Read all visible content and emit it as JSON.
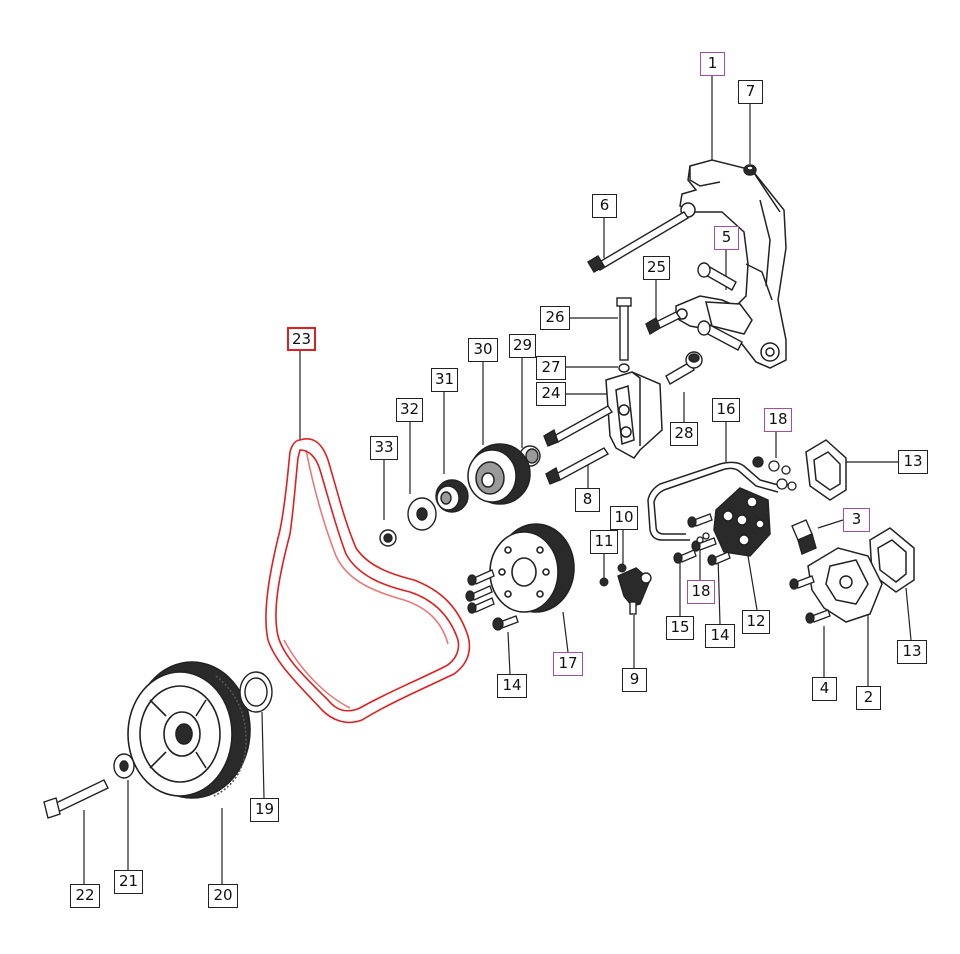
{
  "diagram": {
    "callouts": [
      {
        "id": "c1",
        "label": "1",
        "style": "purple"
      },
      {
        "id": "c7",
        "label": "7",
        "style": "black"
      },
      {
        "id": "c6",
        "label": "6",
        "style": "black"
      },
      {
        "id": "c5",
        "label": "5",
        "style": "purple"
      },
      {
        "id": "c25",
        "label": "25",
        "style": "black"
      },
      {
        "id": "c26",
        "label": "26",
        "style": "black"
      },
      {
        "id": "c23",
        "label": "23",
        "style": "red"
      },
      {
        "id": "c30",
        "label": "30",
        "style": "black"
      },
      {
        "id": "c29",
        "label": "29",
        "style": "black"
      },
      {
        "id": "c27",
        "label": "27",
        "style": "black"
      },
      {
        "id": "c31",
        "label": "31",
        "style": "black"
      },
      {
        "id": "c24",
        "label": "24",
        "style": "black"
      },
      {
        "id": "c32",
        "label": "32",
        "style": "black"
      },
      {
        "id": "c16",
        "label": "16",
        "style": "black"
      },
      {
        "id": "c18a",
        "label": "18",
        "style": "purple"
      },
      {
        "id": "c28",
        "label": "28",
        "style": "black"
      },
      {
        "id": "c33",
        "label": "33",
        "style": "black"
      },
      {
        "id": "c13a",
        "label": "13",
        "style": "black"
      },
      {
        "id": "c8",
        "label": "8",
        "style": "black"
      },
      {
        "id": "c3",
        "label": "3",
        "style": "purple"
      },
      {
        "id": "c10",
        "label": "10",
        "style": "black"
      },
      {
        "id": "c11",
        "label": "11",
        "style": "black"
      },
      {
        "id": "c18b",
        "label": "18",
        "style": "purple"
      },
      {
        "id": "c12",
        "label": "12",
        "style": "black"
      },
      {
        "id": "c15",
        "label": "15",
        "style": "black"
      },
      {
        "id": "c14a",
        "label": "14",
        "style": "black"
      },
      {
        "id": "c13b",
        "label": "13",
        "style": "black"
      },
      {
        "id": "c17",
        "label": "17",
        "style": "purple"
      },
      {
        "id": "c9",
        "label": "9",
        "style": "black"
      },
      {
        "id": "c14b",
        "label": "14",
        "style": "black"
      },
      {
        "id": "c4",
        "label": "4",
        "style": "black"
      },
      {
        "id": "c2",
        "label": "2",
        "style": "black"
      },
      {
        "id": "c19",
        "label": "19",
        "style": "black"
      },
      {
        "id": "c21",
        "label": "21",
        "style": "black"
      },
      {
        "id": "c22",
        "label": "22",
        "style": "black"
      },
      {
        "id": "c20",
        "label": "20",
        "style": "black"
      }
    ],
    "colors": {
      "line": "#222222",
      "belt": "#e02020",
      "highlight_frame": "#a64ca6",
      "part_fill": "#ffffff",
      "part_dark": "#2a2a2a",
      "part_mid": "#9a9a9a"
    }
  }
}
